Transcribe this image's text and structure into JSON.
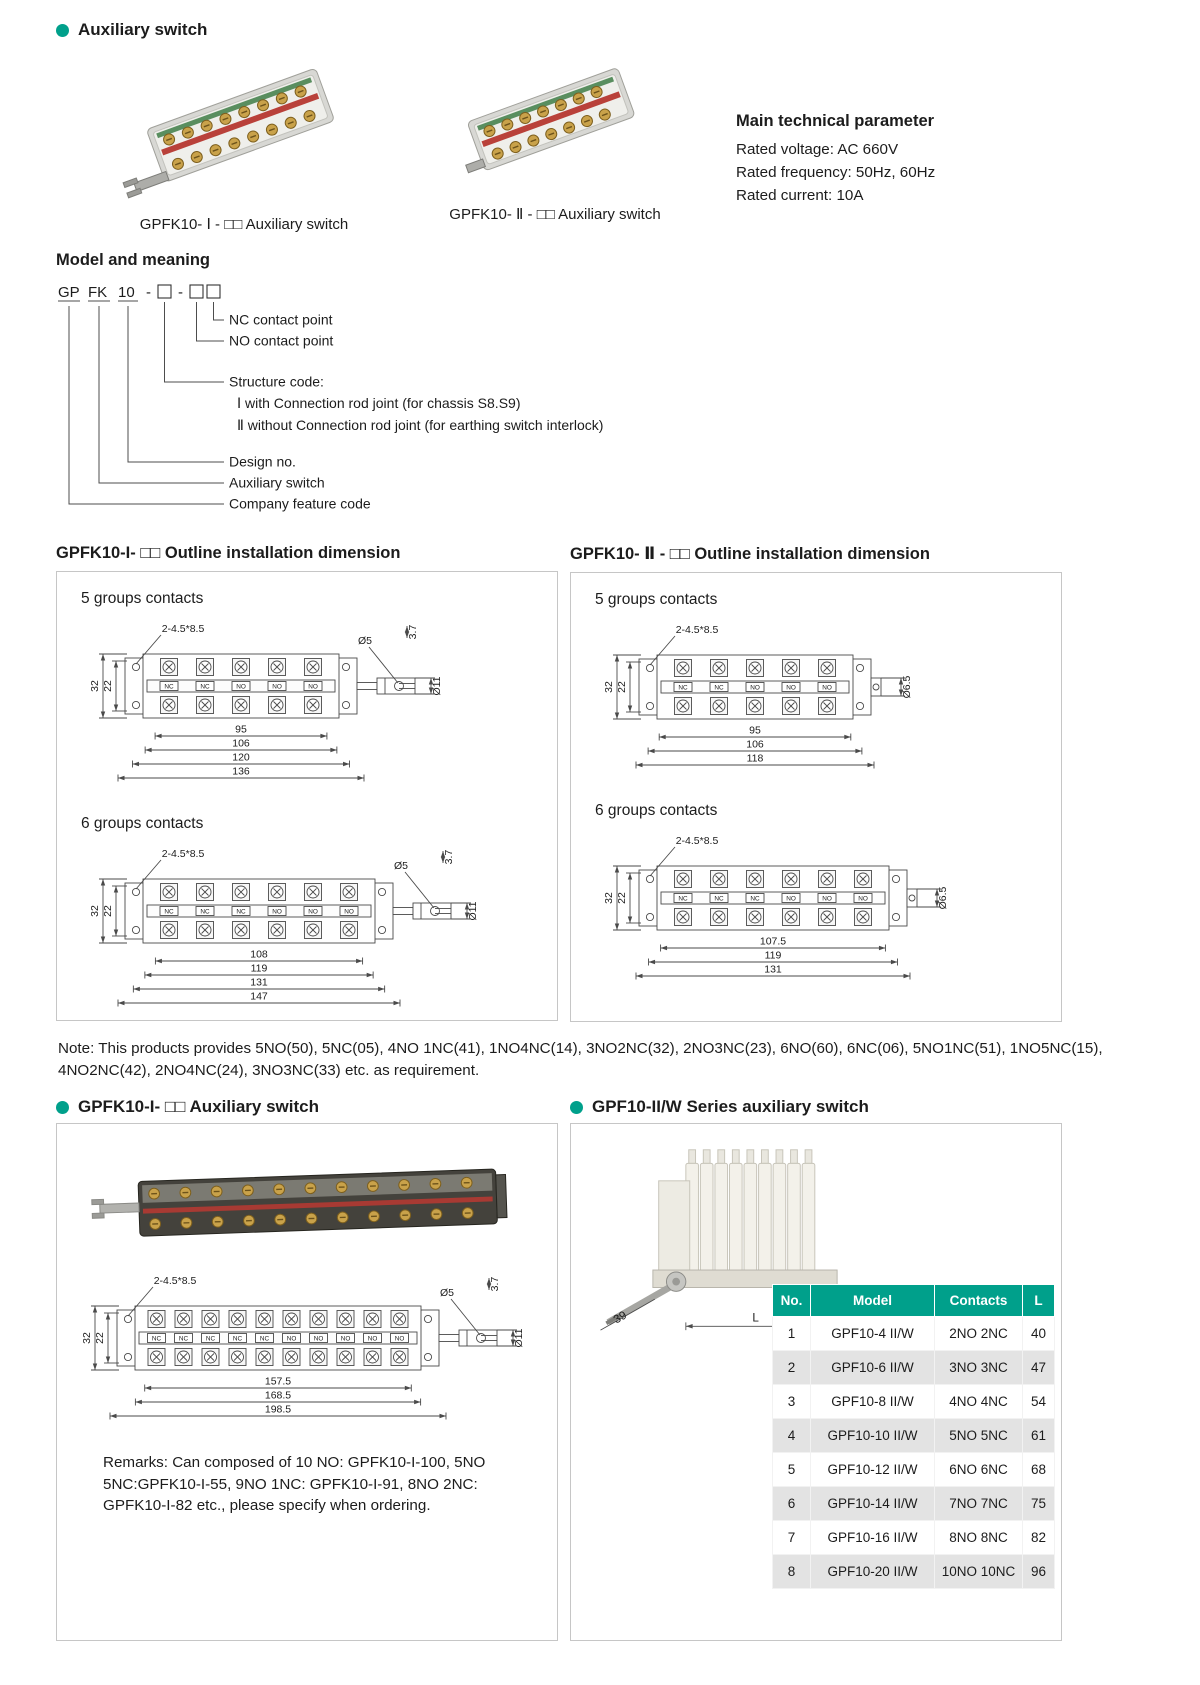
{
  "colors": {
    "accent": "#00A08B"
  },
  "header": {
    "title": "Auxiliary switch"
  },
  "intro": {
    "caption_i": "GPFK10- Ⅰ - □□ Auxiliary switch",
    "caption_ii": "GPFK10- Ⅱ - □□ Auxiliary switch",
    "tech_title": "Main technical parameter",
    "tech_lines": [
      "Rated voltage: AC 660V",
      "Rated frequency: 50Hz, 60Hz",
      "Rated current: 10A"
    ]
  },
  "model": {
    "title": "Model and meaning",
    "segments": {
      "company": "GP",
      "aux": "FK",
      "design": "10",
      "dash": "-"
    },
    "labels": {
      "nc": "NC contact point",
      "no": "NO contact point",
      "structure": "Structure code:",
      "structure_i": "Ⅰ  with Connection rod joint (for chassis S8.S9)",
      "structure_ii": "Ⅱ  without Connection rod joint (for earthing switch interlock)",
      "design": "Design no.",
      "aux": "Auxiliary switch",
      "company": "Company feature code"
    }
  },
  "outline_i": {
    "title": "GPFK10-I- □□ Outline installation dimension",
    "g5": "5 groups contacts",
    "g6": "6 groups contacts"
  },
  "outline_ii": {
    "title": "GPFK10- Ⅱ - □□ Outline installation dimension",
    "g5": "5 groups contacts",
    "g6": "6 groups contacts"
  },
  "drawings": {
    "i5": {
      "type": "I",
      "slot_label": "2-4.5*8.5",
      "contacts": [
        "NC",
        "NC",
        "NO",
        "NO",
        "NO"
      ],
      "left_dims": [
        "32",
        "22"
      ],
      "shaft_labels": {
        "hole": "Ø5",
        "fork": "Ø11",
        "slot": "3.7"
      },
      "bottom_dims": [
        "95",
        "106",
        "120",
        "136"
      ]
    },
    "i6": {
      "type": "I",
      "slot_label": "2-4.5*8.5",
      "contacts": [
        "NC",
        "NC",
        "NC",
        "NO",
        "NO",
        "NO"
      ],
      "left_dims": [
        "32",
        "22"
      ],
      "shaft_labels": {
        "hole": "Ø5",
        "fork": "Ø11",
        "slot": "3.7"
      },
      "bottom_dims": [
        "108",
        "119",
        "131",
        "147"
      ]
    },
    "ii5": {
      "type": "II",
      "slot_label": "2-4.5*8.5",
      "contacts": [
        "NC",
        "NC",
        "NO",
        "NO",
        "NO"
      ],
      "left_dims": [
        "32",
        "22"
      ],
      "stub_label": "Ø6.5",
      "bottom_dims": [
        "95",
        "106",
        "118"
      ]
    },
    "ii6": {
      "type": "II",
      "slot_label": "2-4.5*8.5",
      "contacts": [
        "NC",
        "NC",
        "NC",
        "NO",
        "NO",
        "NO"
      ],
      "left_dims": [
        "32",
        "22"
      ],
      "stub_label": "Ø6.5",
      "bottom_dims": [
        "107.5",
        "119",
        "131"
      ]
    },
    "i10": {
      "type": "I",
      "slot_label": "2-4.5*8.5",
      "contacts": [
        "NC",
        "NC",
        "NC",
        "NC",
        "NC",
        "NO",
        "NO",
        "NO",
        "NO",
        "NO"
      ],
      "left_dims": [
        "32",
        "22"
      ],
      "shaft_labels": {
        "hole": "Ø5",
        "fork": "Ø11",
        "slot": "3.7"
      },
      "bottom_dims": [
        "157.5",
        "168.5",
        "198.5"
      ]
    }
  },
  "note": "Note: This products provides 5NO(50), 5NC(05), 4NO 1NC(41), 1NO4NC(14), 3NO2NC(32), 2NO3NC(23), 6NO(60), 6NC(06), 5NO1NC(51), 1NO5NC(15), 4NO2NC(42), 2NO4NC(24), 3NO3NC(33) etc. as requirement.",
  "bottom_left": {
    "title": "GPFK10-I- □□ Auxiliary switch",
    "remarks": "Remarks: Can composed of 10 NO: GPFK10-I-100, 5NO 5NC:GPFK10-I-55, 9NO 1NC: GPFK10-I-91, 8NO 2NC: GPFK10-I-82 etc., please specify when ordering."
  },
  "bottom_right": {
    "title": "GPF10-II/W Series auxiliary switch",
    "dim_39": "39",
    "dim_l": "L",
    "table": {
      "headers": [
        "No.",
        "Model",
        "Contacts",
        "L"
      ],
      "rows": [
        [
          "1",
          "GPF10-4 II/W",
          "2NO 2NC",
          "40"
        ],
        [
          "2",
          "GPF10-6 II/W",
          "3NO 3NC",
          "47"
        ],
        [
          "3",
          "GPF10-8 II/W",
          "4NO 4NC",
          "54"
        ],
        [
          "4",
          "GPF10-10 II/W",
          "5NO 5NC",
          "61"
        ],
        [
          "5",
          "GPF10-12 II/W",
          "6NO 6NC",
          "68"
        ],
        [
          "6",
          "GPF10-14 II/W",
          "7NO 7NC",
          "75"
        ],
        [
          "7",
          "GPF10-16 II/W",
          "8NO 8NC",
          "82"
        ],
        [
          "8",
          "GPF10-20 II/W",
          "10NO 10NC",
          "96"
        ]
      ]
    }
  }
}
